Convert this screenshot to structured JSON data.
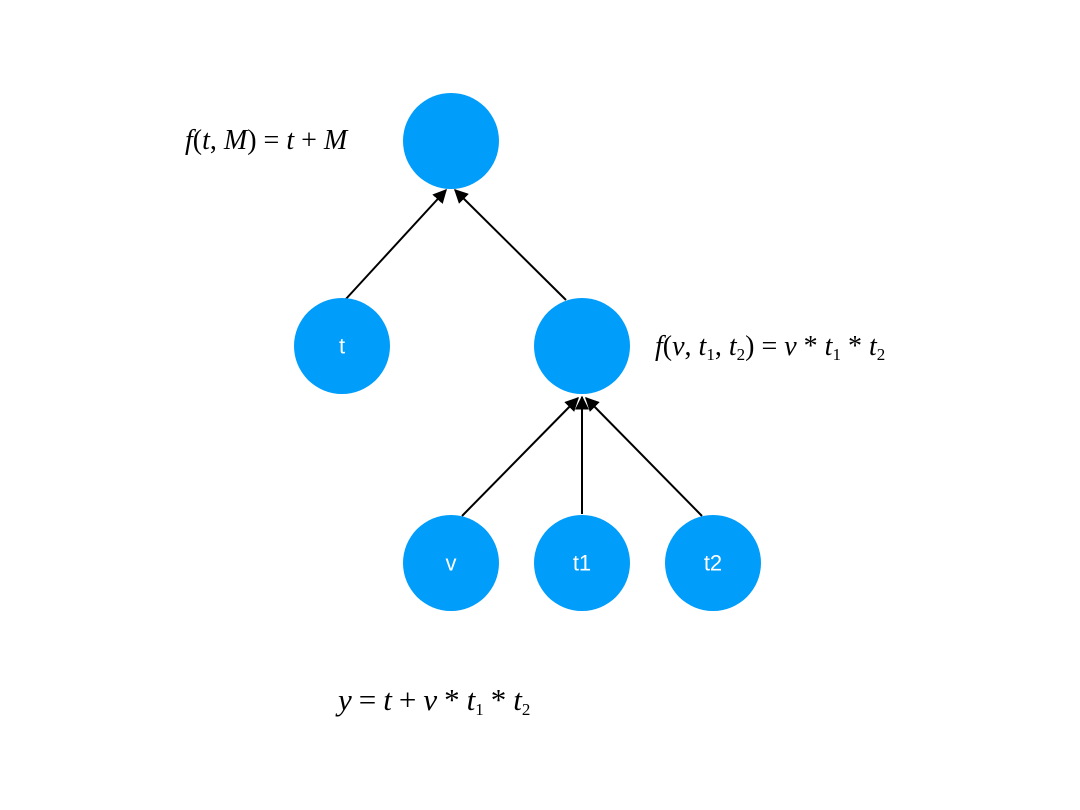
{
  "colors": {
    "node_fill": "#009dfa",
    "edge": "#000000",
    "background": "#ffffff"
  },
  "nodes": {
    "root": {
      "label": ""
    },
    "t": {
      "label": "t"
    },
    "mult": {
      "label": ""
    },
    "v": {
      "label": "v"
    },
    "t1": {
      "label": "t1"
    },
    "t2": {
      "label": "t2"
    }
  },
  "annotations": {
    "root_formula": {
      "f": "f",
      "arg1": "t",
      "arg2": "M",
      "rhs1": "t",
      "op": "+",
      "rhs2": "M"
    },
    "mult_formula": {
      "f": "f",
      "arg1": "v",
      "arg2": "t",
      "arg2_sub": "1",
      "arg3": "t",
      "arg3_sub": "2",
      "rhs1": "v",
      "rhs2": "t",
      "rhs2_sub": "1",
      "rhs3": "t",
      "rhs3_sub": "2"
    },
    "output_formula": {
      "lhs": "y",
      "t": "t",
      "v": "v",
      "t1": "t",
      "t1_sub": "1",
      "t2": "t",
      "t2_sub": "2"
    }
  }
}
